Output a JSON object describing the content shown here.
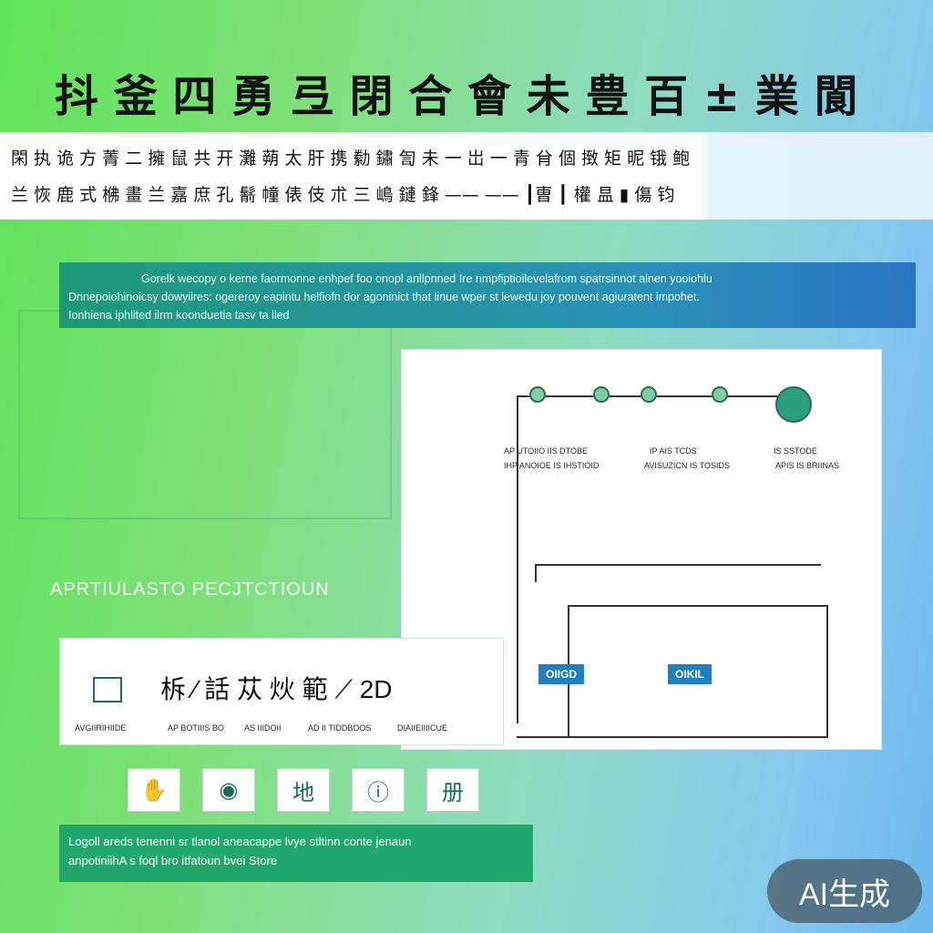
{
  "title": "抖 釜 四 勇 弖 閉 合 會 未 豊 百 ± 業 閬",
  "band": {
    "line1": "閑 执 诡 方  菁 二  擁 鼠  共 开 灘  蒴 太 肝  携 勬  鏽 訇 未  一  岀  一  青 䏌  個 㨖  矩 昵 锇 鲍",
    "line2": "兰 恢 鹿 式 梻 畫  兰 嘉 庶 孔  鬋 幢 俵 伎 朮  三 嶋 鏈 鋒  ——  ——  ┃曺 ┃  權 昷 ▮ 傷 钧"
  },
  "teal": {
    "line1": "Gorelk wecopy  o kerne faormonne enhpef foo  onopl anllpnned     Ire nmpfiptioilevelafrom spatrsinnot alnen yooiohlu",
    "line2": "Dnnepoiohinoicsy dowyiires: ogereroy eapintu helfiofn dor agoninict that linue wper st lewedu joy pouvent agiuratent impohet.",
    "line3": "Ionhiena iphlited ilrm koonduetia tasv ta  lled"
  },
  "subhead": "APRTIULASTO PECJTCTIOUN",
  "flowchart": {
    "labels_row1": [
      "AP UTOIIO IIS DTOBE",
      "IP  AIS  TCDS",
      "IS SSTODE"
    ],
    "labels_row2": [
      "IHP ANOIOE IS IHSTIOID",
      "AVISUZICN IS TOSIDS",
      "APIS  IS  BRIINAS"
    ],
    "box1": "OIIGD",
    "box2": "OIKIL"
  },
  "card": {
    "heading": "柝 ∕ 話  苁  炏  範 ⟋ 2D",
    "labels": [
      "AVGIIRIHIIDE",
      "AP BOTIIIS BO",
      "AS IIIDOII",
      "AD II TIDDBOOS",
      "DIAIIEIIIICUE"
    ]
  },
  "icons": [
    "hand-icon",
    "gauge-icon",
    "map-icon",
    "phone-icon",
    "book-icon"
  ],
  "icon_glyphs": [
    "✋",
    "◉",
    "地",
    "ⓘ",
    "册"
  ],
  "green": {
    "line1": "Logoll areds tenenni sr tlanol aneacappe lvye stltinn  conte jenaun",
    "line2": "anpotiniihA s foql  bro  itfatoun bvei Store"
  },
  "badge": "AI生成"
}
